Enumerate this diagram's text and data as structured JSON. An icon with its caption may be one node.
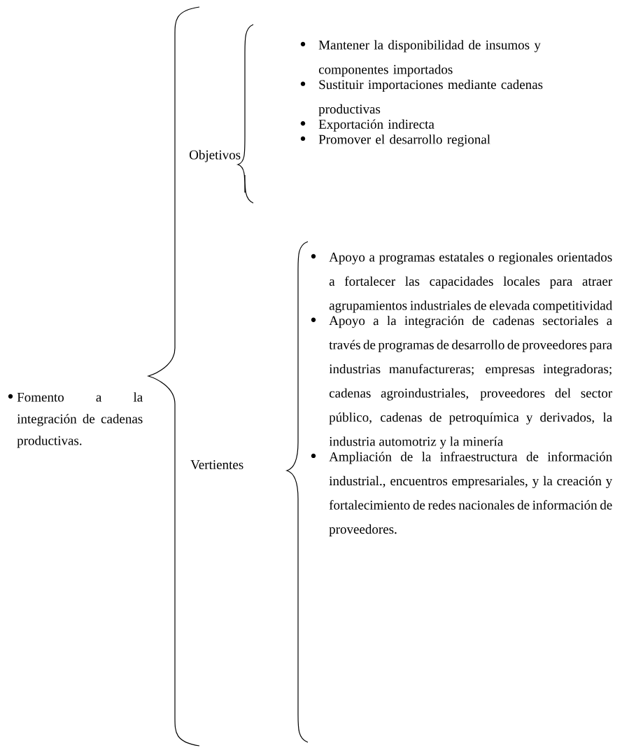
{
  "diagram": {
    "labels": [
      "Fomento a la integración de cadenas productivas.",
      "Objetivos",
      "Mantener la disponibilidad de insumos y componentes importados",
      "Sustituir importaciones mediante cadenas productivas",
      "Exportación indirecta",
      "Promover el desarrollo regional",
      "Vertientes",
      "Apoyo a programas estatales o regionales orientados a fortalecer las capacidades locales para atraer agrupamientos industriales de elevada competitividad",
      "Apoyo a la integración de cadenas sectoriales a través de programas de desarrollo de proveedores para industrias manufactureras; empresas integradoras; cadenas agroindustriales, proveedores del sector público, cadenas de petroquímica y derivados, la industria automotriz y la minería",
      "Ampliación de la infraestructura de información industrial., encuentros empresariales, y la creación y fortalecimiento de redes nacionales de información de proveedores."
    ]
  }
}
